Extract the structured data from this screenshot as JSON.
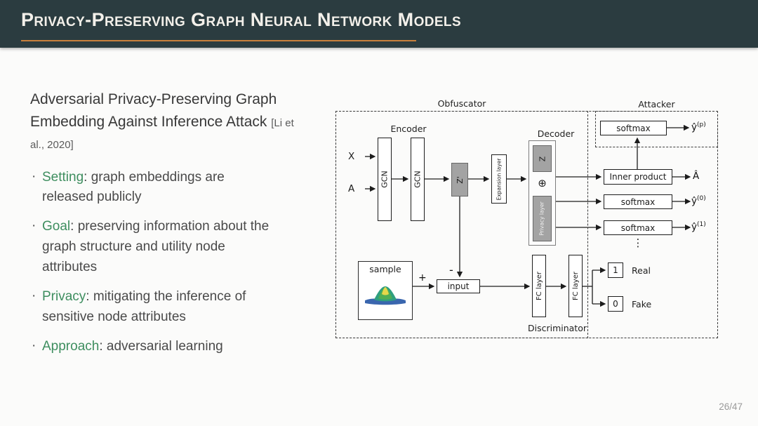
{
  "header": {
    "title": "Privacy-Preserving Graph Neural Network Models"
  },
  "content": {
    "heading": "Adversarial Privacy-Preserving Graph Embedding Against Inference Attack",
    "citation": "[Li et al., 2020]",
    "bullet_marker": "·",
    "bullets": [
      {
        "keyword": "Setting",
        "text": ": graph embeddings are released publicly"
      },
      {
        "keyword": "Goal",
        "text": ": preserving information about the graph structure and utility node attributes"
      },
      {
        "keyword": "Privacy",
        "text": ": mitigating the inference of sensitive node attributes"
      },
      {
        "keyword": "Approach",
        "text": ": adversarial learning"
      }
    ]
  },
  "diagram": {
    "regions": {
      "obfuscator": "Obfuscator",
      "attacker": "Attacker",
      "encoder": "Encoder",
      "decoder": "Decoder",
      "discriminator": "Discriminator"
    },
    "inputs": {
      "x": "X",
      "a": "A"
    },
    "blocks": {
      "gcn": "GCN",
      "z_prime": "Z'",
      "expansion": "Expansion layer",
      "z": "Z",
      "oplus": "⊕",
      "privacy": "Privacy layer",
      "softmax": "softmax",
      "inner_product": "Inner product",
      "sample": "sample",
      "input": "input",
      "fc": "FC layer"
    },
    "outputs": {
      "yp_base": "ŷ",
      "yp_sup": "(p)",
      "a_hat": "Â",
      "y0_base": "ŷ",
      "y0_sup": "(0)",
      "y1_base": "ŷ",
      "y1_sup": "(1)",
      "vdots": "⋮"
    },
    "signs": {
      "plus": "+",
      "minus": "-"
    },
    "verdict": {
      "real_value": "1",
      "real_label": "Real",
      "fake_value": "0",
      "fake_label": "Fake"
    }
  },
  "footer": {
    "page_number": "26/47"
  },
  "colors": {
    "header_bg": "#2b3c40",
    "accent": "#c8803c",
    "keyword_green": "#3e8e5f"
  }
}
